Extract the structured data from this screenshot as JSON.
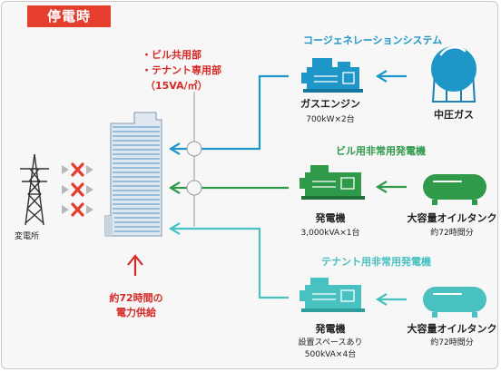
{
  "header": {
    "label": "停電時"
  },
  "building_notes": {
    "line1": "・ビル共用部",
    "line2": "・テナント専用部",
    "line3": "（15VA/㎡）"
  },
  "substation": {
    "label": "変電所"
  },
  "supply": {
    "line1": "約72時間の",
    "line2": "電力供給"
  },
  "systems": [
    {
      "title": "コージェネレーションシステム",
      "color": "#1e96c8",
      "unit_label": "ガスエンジン",
      "unit_spec": "700kW×2台",
      "source_label": "中圧ガス"
    },
    {
      "title": "ビル用非常用発電機",
      "color": "#2e9a4a",
      "unit_label": "発電機",
      "unit_spec": "3,000kVA×1台",
      "source_label": "大容量オイルタンク",
      "source_spec": "約72時間分"
    },
    {
      "title": "テナント用非常用発電機",
      "color": "#49c1c1",
      "unit_label": "発電機",
      "unit_spec_line1": "設置スペースあり",
      "unit_spec_line2": "500kVA×4台",
      "source_label": "大容量オイルタンク",
      "source_spec": "約72時間分"
    }
  ],
  "colors": {
    "header_bg": "#e53e2f",
    "cogeneration": "#1e96c8",
    "building_generator": "#2e9a4a",
    "tenant_generator": "#49c1c1",
    "cut_mark": "#e53e2f",
    "building": "#4aa3d6"
  }
}
